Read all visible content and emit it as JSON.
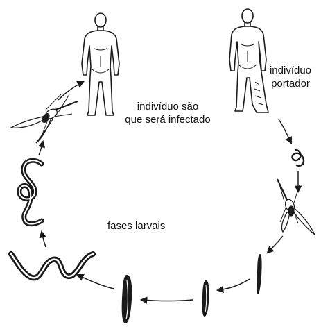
{
  "labels": {
    "healthy_line1": "indivíduo são",
    "healthy_line2": "que será infectado",
    "carrier_line1": "indivíduo",
    "carrier_line2": "portador",
    "larval_stages": "fases larvais"
  },
  "colors": {
    "ink": "#1a1a1a",
    "skin_shade": "#cfcfcf",
    "background": "#ffffff"
  },
  "figures": [
    {
      "name": "healthy-person",
      "shaded_region": "legs"
    },
    {
      "name": "carrier-person",
      "shaded_region": "right-leg-swollen"
    }
  ],
  "cycle_stages": [
    "carrier-person",
    "microfilaria",
    "mosquito",
    "larva-l1",
    "larva-l2",
    "larva-l3",
    "larva-wavy",
    "larva-coiled",
    "mosquito",
    "healthy-person"
  ]
}
